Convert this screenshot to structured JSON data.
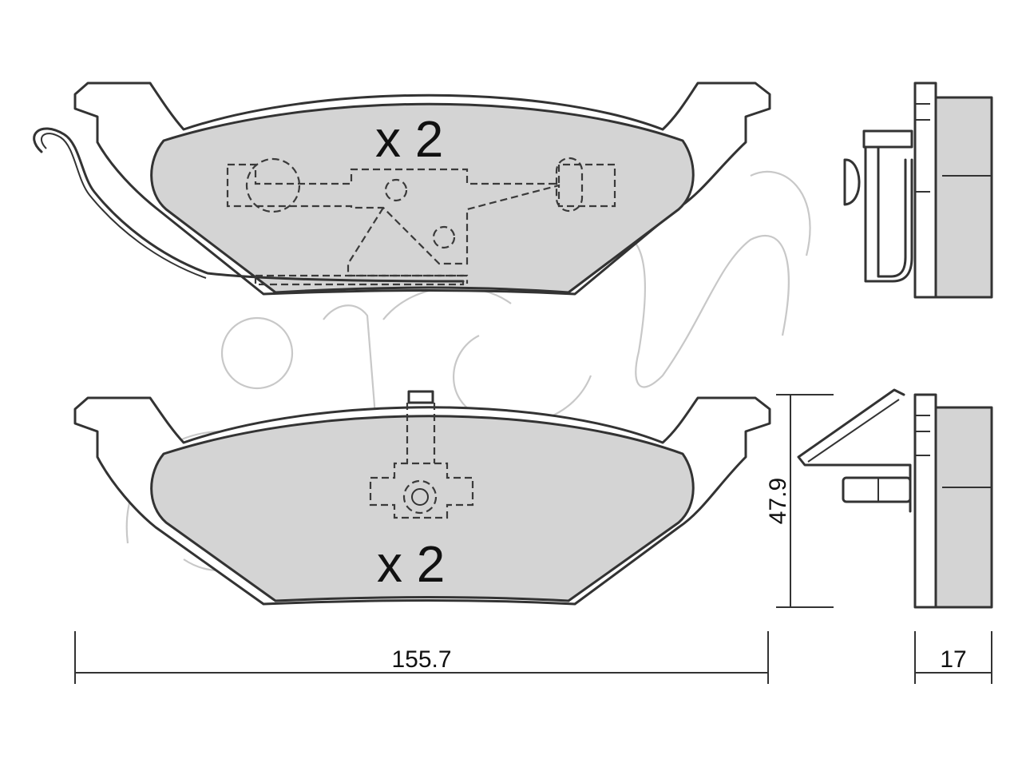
{
  "diagram": {
    "top_pad": {
      "quantity_label": "x 2"
    },
    "bottom_pad": {
      "quantity_label": "x 2"
    },
    "dimensions": {
      "width": "155.7",
      "height": "47.9",
      "thickness": "17"
    }
  }
}
